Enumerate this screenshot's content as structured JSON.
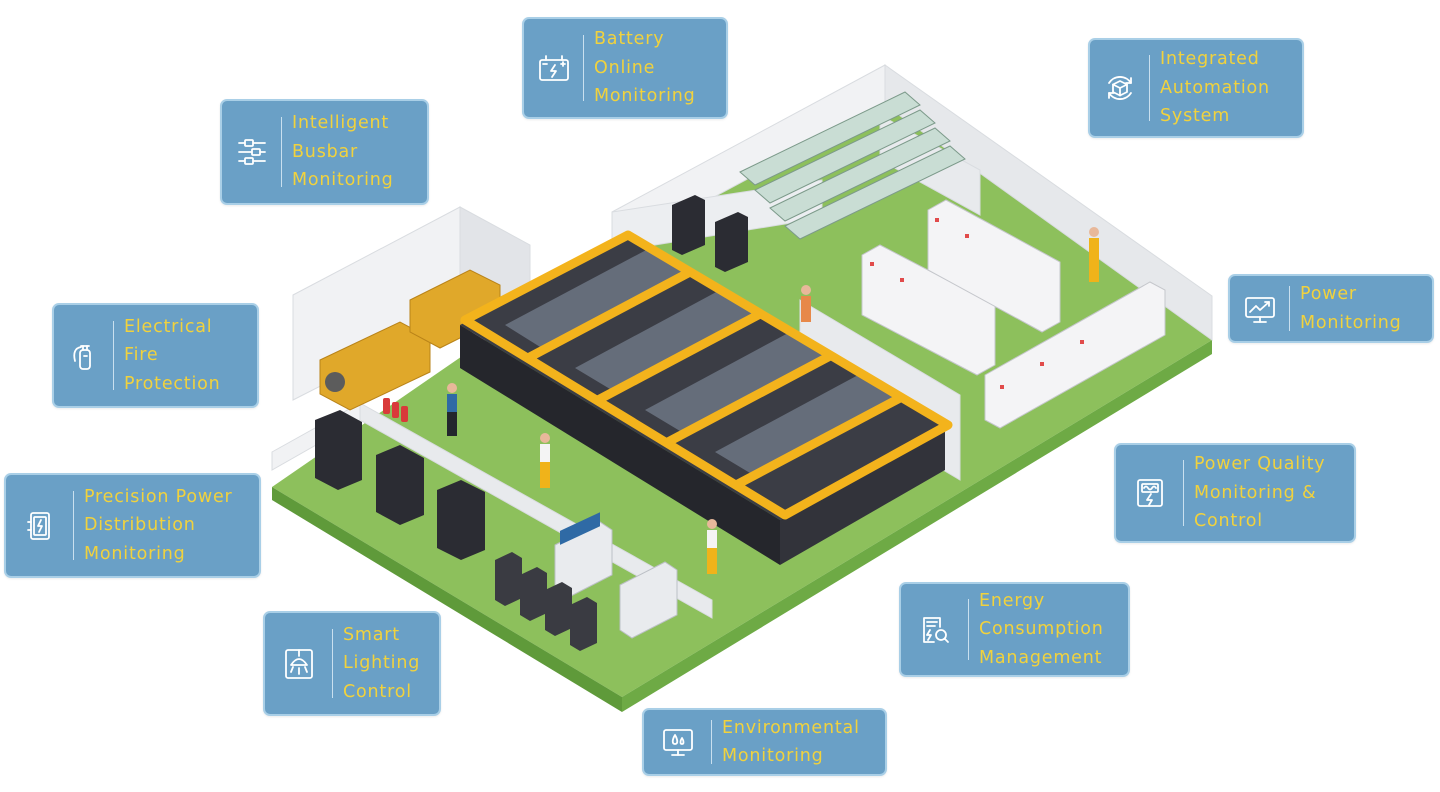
{
  "colors": {
    "card_bg": "#6aa0c6",
    "card_border": "#a9cfe7",
    "label_text": "#f1d23d",
    "floor_green": "#8dc05c",
    "floor_edge": "#5f9a3a",
    "wall": "#f1f2f4",
    "busbar": "#f3b31c",
    "rack": "#2e2f36"
  },
  "features": [
    {
      "id": "battery",
      "label": "Battery\nOnline\nMonitoring",
      "icon": "battery-icon"
    },
    {
      "id": "automation",
      "label": "Integrated\nAutomation\nSystem",
      "icon": "automation-cube-icon"
    },
    {
      "id": "busbar",
      "label": "Intelligent\nBusbar\nMonitoring",
      "icon": "busbar-icon"
    },
    {
      "id": "fire",
      "label": "Electrical\nFire\nProtection",
      "icon": "fire-extinguisher-icon"
    },
    {
      "id": "power",
      "label": "Power\nMonitoring",
      "icon": "monitor-chart-icon"
    },
    {
      "id": "distribution",
      "label": "Precision Power\nDistribution\nMonitoring",
      "icon": "distribution-box-icon"
    },
    {
      "id": "quality",
      "label": "Power Quality\nMonitoring &\nControl",
      "icon": "power-quality-icon"
    },
    {
      "id": "energy",
      "label": "Energy\nConsumption\nManagement",
      "icon": "energy-report-icon"
    },
    {
      "id": "lighting",
      "label": "Smart\nLighting\nControl",
      "icon": "ceiling-light-icon"
    },
    {
      "id": "environment",
      "label": "Environmental\nMonitoring",
      "icon": "environment-monitor-icon"
    }
  ]
}
